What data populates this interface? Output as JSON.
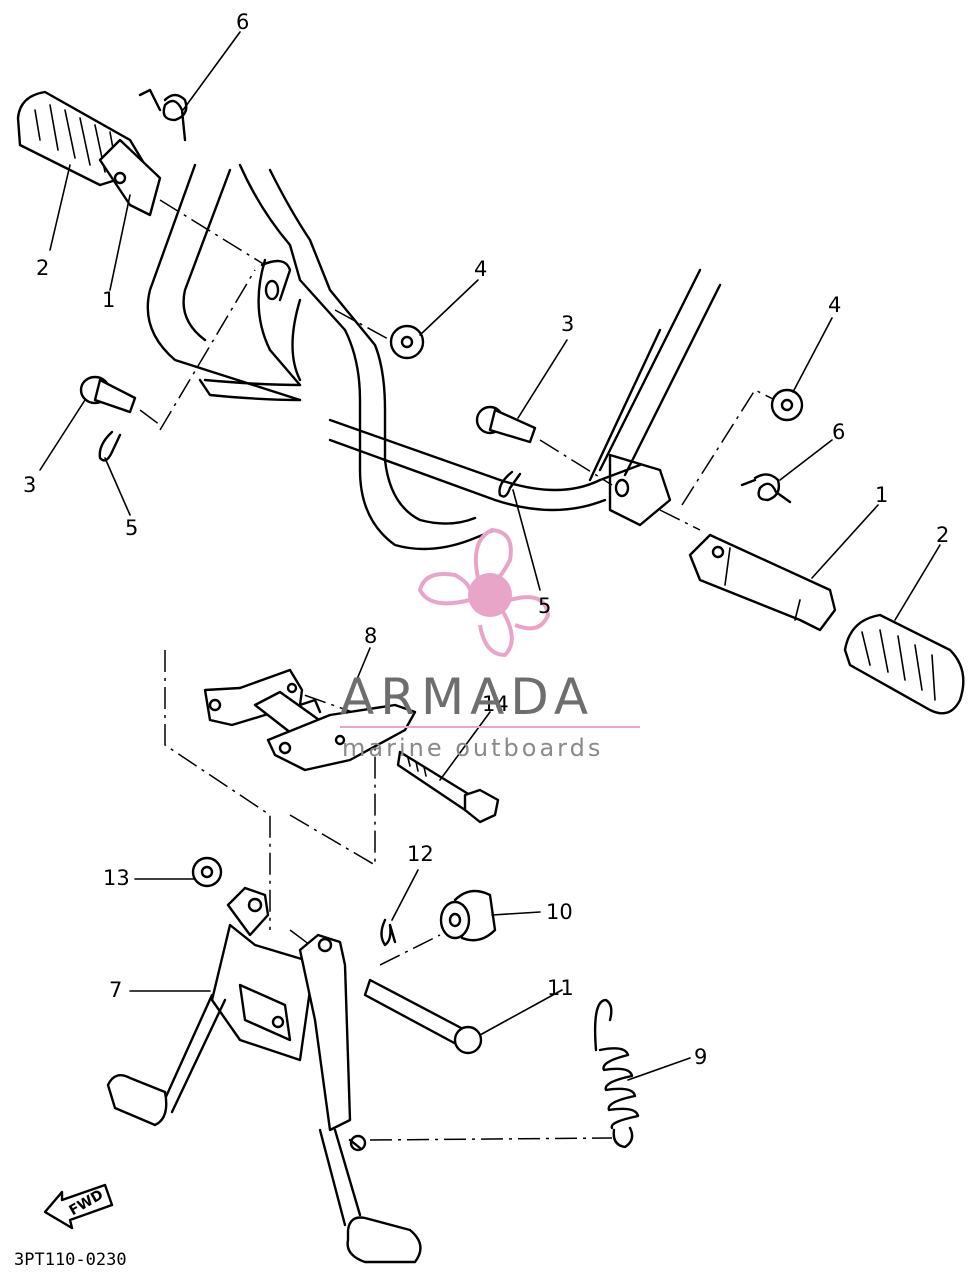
{
  "diagram": {
    "drawing_code": "3PT110-0230",
    "direction_label": "FWD",
    "callouts": [
      {
        "id": "c6-left",
        "label": "6"
      },
      {
        "id": "c2-left",
        "label": "2"
      },
      {
        "id": "c1-left",
        "label": "1"
      },
      {
        "id": "c4-left",
        "label": "4"
      },
      {
        "id": "c3-left",
        "label": "3"
      },
      {
        "id": "c5-left",
        "label": "5"
      },
      {
        "id": "c3-right",
        "label": "3"
      },
      {
        "id": "c4-right",
        "label": "4"
      },
      {
        "id": "c6-right",
        "label": "6"
      },
      {
        "id": "c1-right",
        "label": "1"
      },
      {
        "id": "c2-right",
        "label": "2"
      },
      {
        "id": "c5-right",
        "label": "5"
      },
      {
        "id": "c8",
        "label": "8"
      },
      {
        "id": "c14",
        "label": "14"
      },
      {
        "id": "c12",
        "label": "12"
      },
      {
        "id": "c13",
        "label": "13"
      },
      {
        "id": "c10",
        "label": "10"
      },
      {
        "id": "c7",
        "label": "7"
      },
      {
        "id": "c11",
        "label": "11"
      },
      {
        "id": "c9",
        "label": "9"
      }
    ]
  },
  "watermark": {
    "name": "ARMADA",
    "tagline": "marine outboards",
    "colors": {
      "logo": "#e8a5c8",
      "text": "#6e6e6e",
      "underline": "#e8a5c8"
    }
  }
}
